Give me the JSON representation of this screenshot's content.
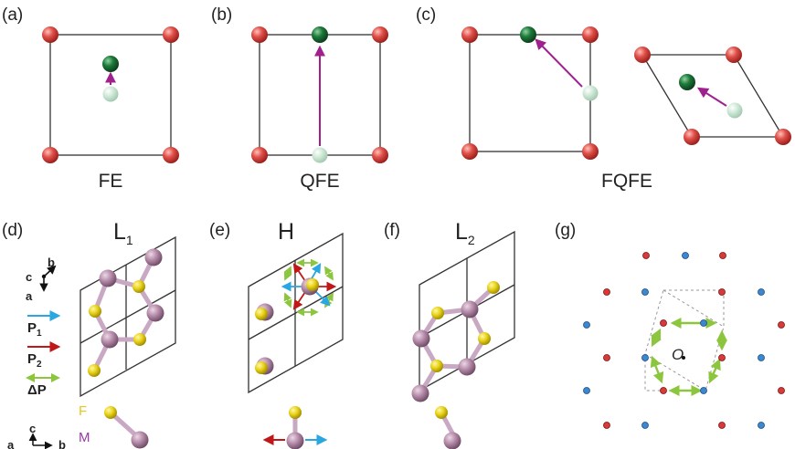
{
  "panels": {
    "a": {
      "label": "(a)",
      "caption": "FE"
    },
    "b": {
      "label": "(b)",
      "caption": "QFE"
    },
    "c": {
      "label": "(c)",
      "caption": "FQFE"
    },
    "d": {
      "label": "(d)",
      "title": "L",
      "title_sub": "1"
    },
    "e": {
      "label": "(e)",
      "title": "H"
    },
    "f": {
      "label": "(f)",
      "title": "L",
      "title_sub": "2"
    },
    "g": {
      "label": "(g)",
      "origin": "O"
    }
  },
  "legend": {
    "axis_c": "c",
    "axis_b": "b",
    "axis_a": "a",
    "p1": "P",
    "p1_sub": "1",
    "p2": "P",
    "p2_sub": "2",
    "dp": "ΔP",
    "atom_f": "F",
    "atom_m": "M",
    "axis2_c": "c",
    "axis2_a": "a",
    "axis2_b": "b"
  },
  "colors": {
    "corner_atom": "#e0504a",
    "ion_displaced": "#1e7a3a",
    "ion_original": "#cde8d6",
    "polarization_arrow": "#a0208e",
    "f_atom": "#e8d218",
    "m_atom": "#b48aa8",
    "p1_arrow": "#2aa6e0",
    "p2_arrow": "#c01818",
    "dp_arrow": "#8cc63f",
    "red_site": "#d83a3a",
    "blue_site": "#3a88d0"
  }
}
